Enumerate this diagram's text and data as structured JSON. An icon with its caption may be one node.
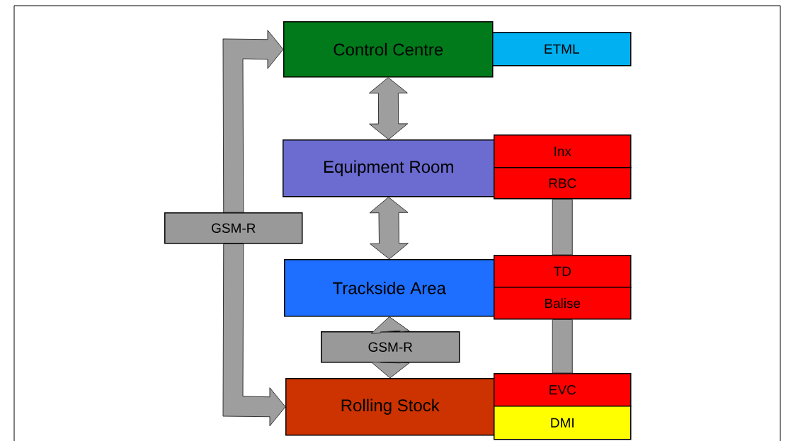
{
  "diagram": {
    "nodes": [
      {
        "text": [
          "Control Centre"
        ]
      },
      {
        "text": [
          "ETML"
        ]
      },
      {
        "text": [
          "Equipment Room"
        ]
      },
      {
        "text": [
          "Inx"
        ]
      },
      {
        "text": [
          "RBC"
        ]
      },
      {
        "text": [
          "Trackside Area"
        ]
      },
      {
        "text": [
          "TD"
        ]
      },
      {
        "text": [
          "Balise"
        ]
      },
      {
        "text": [
          "GSM-R"
        ]
      },
      {
        "text": [
          "GSM-R"
        ]
      },
      {
        "text": [
          "Rolling Stock"
        ]
      },
      {
        "text": [
          "EVC"
        ]
      },
      {
        "text": [
          "DMI"
        ]
      }
    ],
    "edges": [
      {
        "from": 0,
        "to": 2,
        "arrow": "both"
      },
      {
        "from": 2,
        "to": 5,
        "arrow": "both"
      },
      {
        "from": 9,
        "to": 5,
        "arrow": "to"
      },
      {
        "from": 9,
        "to": 10,
        "arrow": "to"
      },
      {
        "from": 8,
        "to": 0,
        "arrow": "to"
      },
      {
        "from": 8,
        "to": 10,
        "arrow": "to"
      },
      {
        "from": 4,
        "to": 6,
        "arrow": "none"
      },
      {
        "from": 7,
        "to": 11,
        "arrow": "none"
      }
    ]
  }
}
